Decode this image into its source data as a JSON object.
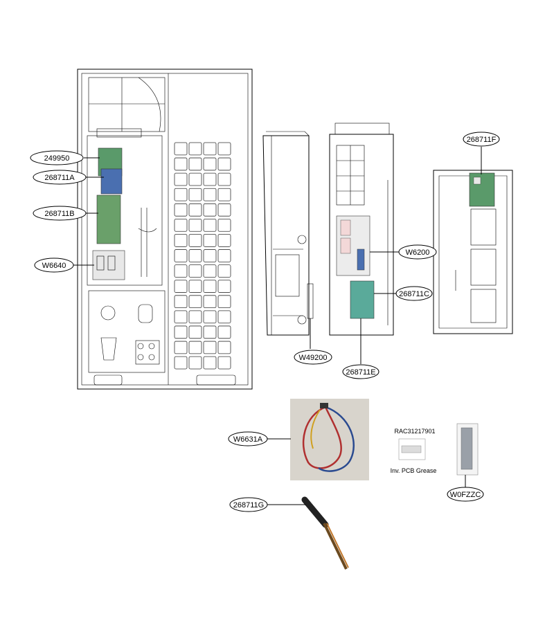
{
  "callouts": {
    "c249950": "249950",
    "c268711A": "268711A",
    "c268711B": "268711B",
    "cW6640": "W6640",
    "c268711F": "268711F",
    "cW6200": "W6200",
    "c268711C": "268711C",
    "cW49200": "W49200",
    "c268711E": "268711E",
    "cW6631A": "W6631A",
    "c268711G": "268711G",
    "cW0FZZC": "W0FZZC"
  },
  "grease": {
    "part_number": "RAC31217901",
    "caption": "Inv. PCB Grease"
  },
  "colors": {
    "pcb_green": "#5a9a6a",
    "pcb_blue": "#4a6fb0",
    "pcb_teal": "#5aaa9a",
    "photo_bg": "#d8d4cc",
    "wire_red": "#b03030",
    "wire_blue": "#2a4a90",
    "wire_yellow": "#d0a020"
  }
}
